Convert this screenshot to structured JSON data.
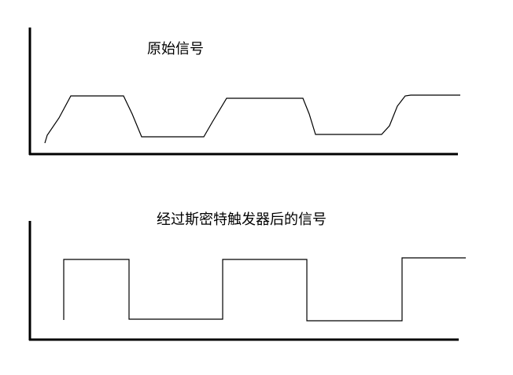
{
  "panels": [
    {
      "title": "原始信号",
      "signal": "trapezoid"
    },
    {
      "title": "经过斯密特触发器后的信号",
      "signal": "square"
    }
  ]
}
